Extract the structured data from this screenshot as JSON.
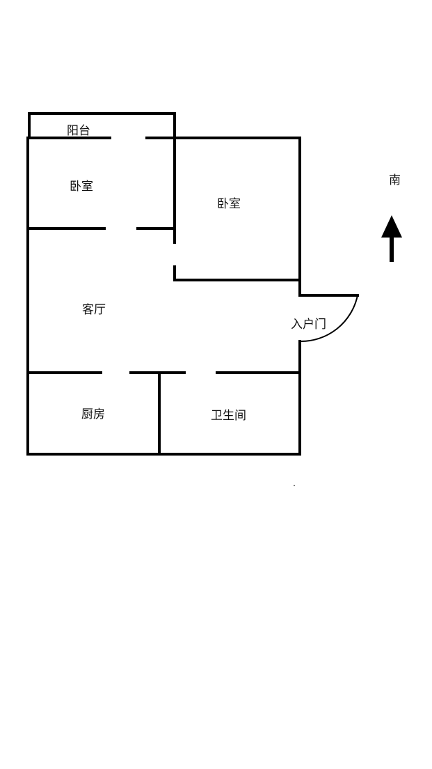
{
  "floorplan": {
    "rooms": {
      "balcony": "阳台",
      "bedroom_left": "卧室",
      "bedroom_right": "卧室",
      "living_room": "客厅",
      "entrance_door": "入户门",
      "kitchen": "厨房",
      "bathroom": "卫生间"
    },
    "compass": {
      "direction": "南",
      "icon": "arrow-up-icon"
    }
  },
  "colors": {
    "wall": "#000000",
    "background": "#ffffff"
  }
}
